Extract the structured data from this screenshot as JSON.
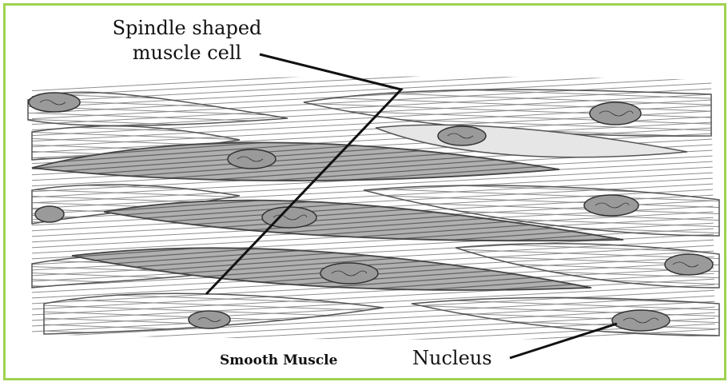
{
  "labels": {
    "spindle_line1": "Spindle shaped",
    "spindle_line2": "muscle cell",
    "nucleus": "Nucleus"
  },
  "caption": "Smooth Muscle",
  "colors": {
    "frame": "#9fd24f",
    "cell_fill": "#b5b5b5",
    "fiber": "#6a6a6a",
    "ink": "#111111"
  }
}
